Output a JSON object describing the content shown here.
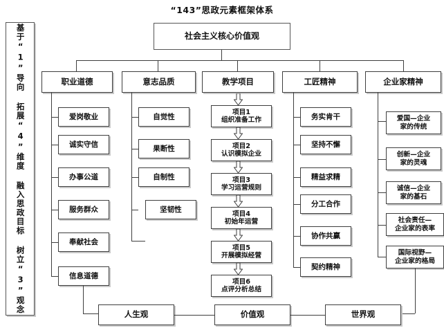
{
  "title": "“143”思政元素框架体系",
  "sidebar": {
    "text": "基于“1”导向 拓展“4”维度 融入思政目标 树立“3”观念",
    "lines": [
      "基于“1”导向",
      "拓展“4”维度",
      "融入思政目标",
      "树立“3”观念"
    ]
  },
  "root": {
    "label": "社会主义核心价值观"
  },
  "columns": [
    {
      "id": "professional-ethics",
      "header": "职业道德",
      "items": [
        "爱岗敬业",
        "诚实守信",
        "办事公道",
        "服务群众",
        "奉献社会",
        "信息道德"
      ]
    },
    {
      "id": "willpower-quality",
      "header": "意志品质",
      "items": [
        "自觉性",
        "果断性",
        "自制性",
        "坚韧性"
      ]
    },
    {
      "id": "teaching-projects",
      "header": "教学项目",
      "items": [
        {
          "line1": "项目1",
          "line2": "组织准备工作"
        },
        {
          "line1": "项目2",
          "line2": "认识模拟企业"
        },
        {
          "line1": "项目3",
          "line2": "学习运营规则"
        },
        {
          "line1": "项目4",
          "line2": "初始年运营"
        },
        {
          "line1": "项目5",
          "line2": "开展模拟经营"
        },
        {
          "line1": "项目6",
          "line2": "点评分析总结"
        }
      ]
    },
    {
      "id": "craftsman-spirit",
      "header": "工匠精神",
      "items": [
        "务实肯干",
        "坚持不懈",
        "精益求精",
        "分工合作",
        "协作共赢",
        "契约精神"
      ]
    },
    {
      "id": "entrepreneur-spirit",
      "header": "企业家精神",
      "items": [
        {
          "line1": "爱国—企业",
          "line2": "家的传统"
        },
        {
          "line1": "创新—企业",
          "line2": "家的灵魂"
        },
        {
          "line1": "诚信—企业",
          "line2": "家的基石"
        },
        {
          "line1": "社会责任—",
          "line2": "企业家的表率"
        },
        {
          "line1": "国际视野—",
          "line2": "企业家的格局"
        }
      ]
    }
  ],
  "bottom": {
    "items": [
      "人生观",
      "价值观",
      "世界观"
    ]
  },
  "colors": {
    "line": "#3d3d3d",
    "shadow": "#c9c9c9",
    "background": "#ffffff",
    "text": "#111111"
  }
}
